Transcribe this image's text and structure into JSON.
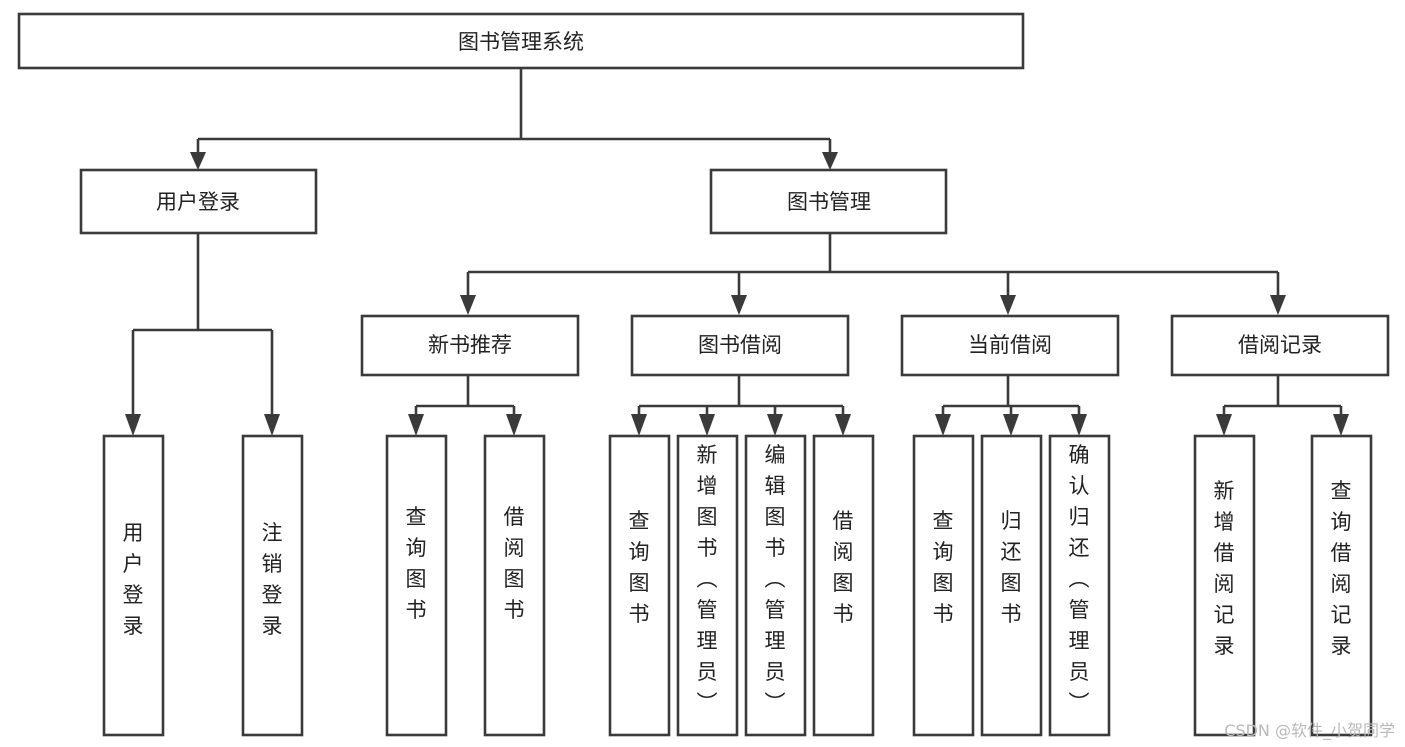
{
  "diagram": {
    "title": "图书管理系统",
    "type": "tree-hierarchy",
    "watermark": "CSDN @软件_小贺同学",
    "colors": {
      "box_fill": "#ffffff",
      "box_stroke": "#3a3a3a",
      "text": "#222222",
      "background": "#ffffff",
      "watermark": "#b9b9b9"
    },
    "root": {
      "label": "图书管理系统"
    },
    "level2": [
      {
        "label": "用户登录"
      },
      {
        "label": "图书管理"
      }
    ],
    "level3": [
      {
        "label": "新书推荐"
      },
      {
        "label": "图书借阅"
      },
      {
        "label": "当前借阅"
      },
      {
        "label": "借阅记录"
      }
    ],
    "leaves": {
      "user_login": [
        {
          "label": "用户登录"
        },
        {
          "label": "注销登录"
        }
      ],
      "new_book_recommend": [
        {
          "label": "查询图书"
        },
        {
          "label": "借阅图书"
        }
      ],
      "book_borrow": [
        {
          "label": "查询图书"
        },
        {
          "label": "新增图书（管理员）"
        },
        {
          "label": "编辑图书（管理员）"
        },
        {
          "label": "借阅图书"
        }
      ],
      "current_borrow": [
        {
          "label": "查询图书"
        },
        {
          "label": "归还图书"
        },
        {
          "label": "确认归还（管理员）"
        }
      ],
      "borrow_record": [
        {
          "label": "新增借阅记录"
        },
        {
          "label": "查询借阅记录"
        }
      ]
    }
  }
}
